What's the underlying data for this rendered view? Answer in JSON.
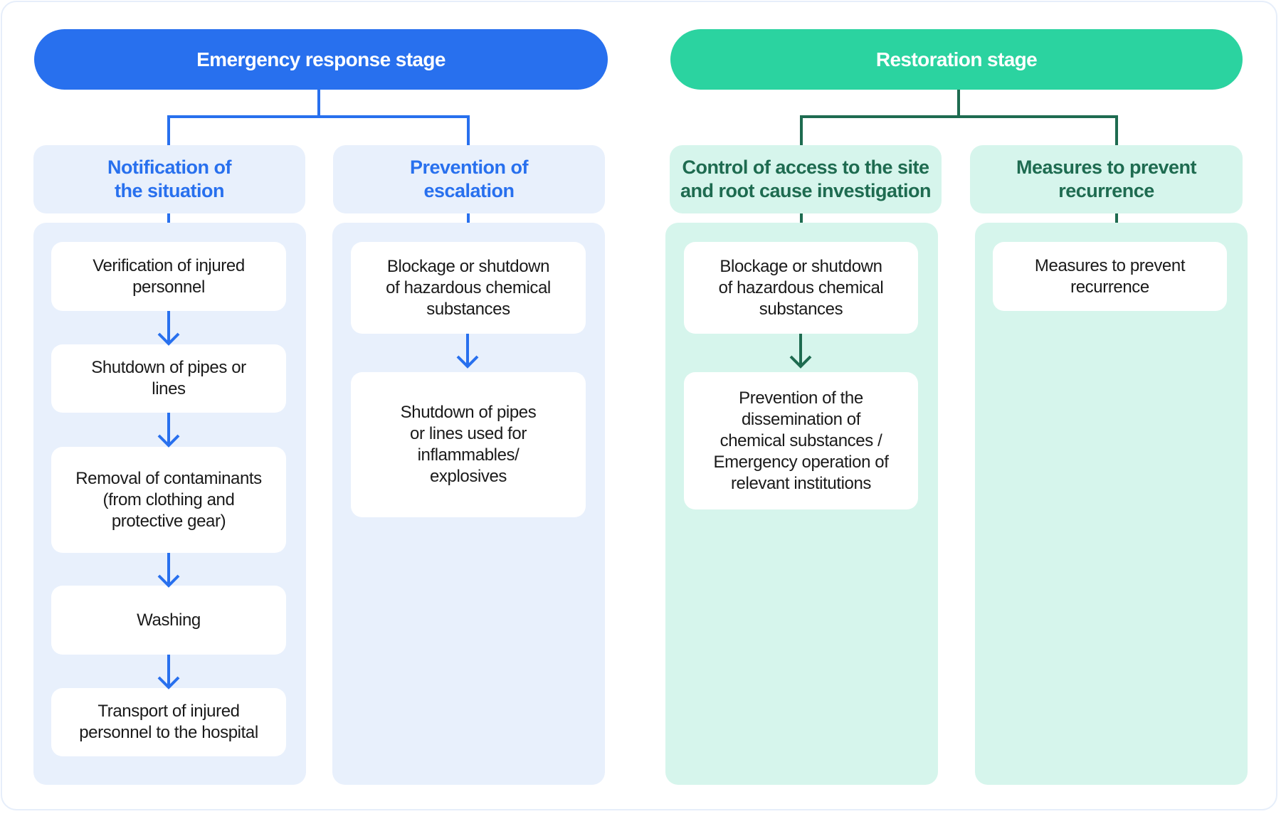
{
  "stages": [
    {
      "title": "Emergency response stage",
      "color": "#2870EE",
      "groups": [
        {
          "title": "Notification of\nthe situation",
          "steps": [
            "Verification of injured\npersonnel",
            "Shutdown of pipes or\nlines",
            "Removal of contaminants\n(from clothing and\nprotective gear)",
            "Washing",
            "Transport of injured\npersonnel to the hospital"
          ]
        },
        {
          "title": "Prevention of\nescalation",
          "steps": [
            "Blockage or shutdown\nof hazardous chemical\nsubstances",
            "Shutdown of pipes\nor lines used for\ninflammables/\nexplosives"
          ]
        }
      ]
    },
    {
      "title": "Restoration stage",
      "color": "#2BD3A0",
      "groups": [
        {
          "title": "Control of access to the site\nand root cause investigation",
          "steps": [
            "Blockage or shutdown\nof hazardous chemical\nsubstances",
            "Prevention of the\ndissemination of\nchemical substances /\nEmergency operation of\nrelevant institutions"
          ]
        },
        {
          "title": "Measures to prevent\nrecurrence",
          "steps": [
            "Measures to prevent\nrecurrence"
          ]
        }
      ]
    }
  ],
  "icons": {
    "flow_arrow": "arrow-down-icon"
  }
}
